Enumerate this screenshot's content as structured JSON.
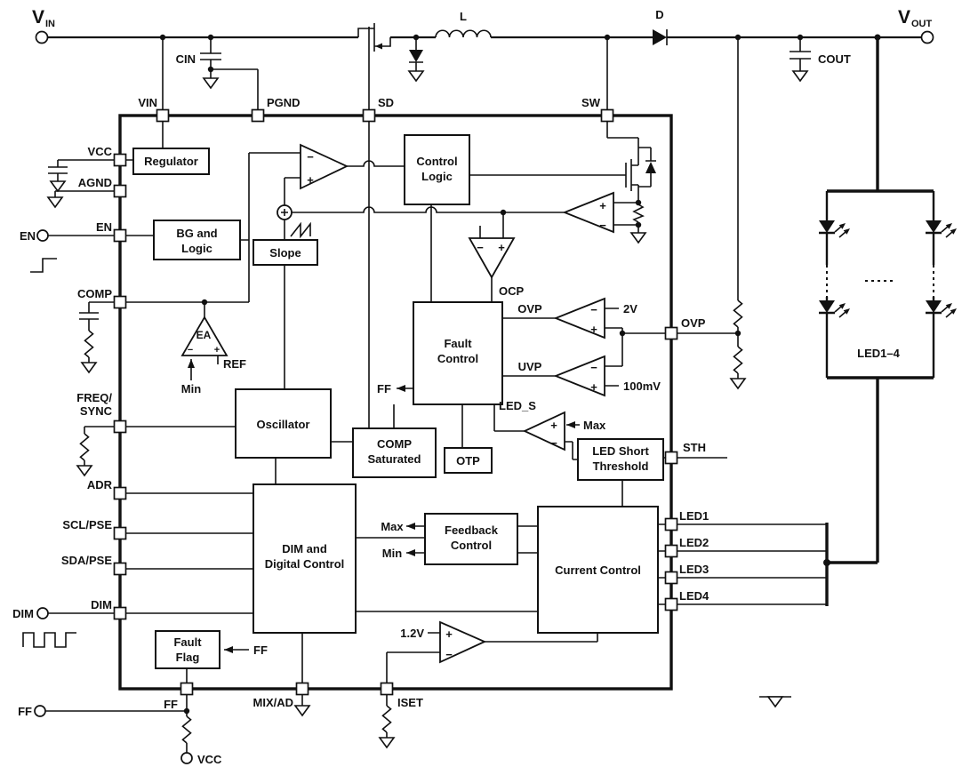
{
  "colors": {
    "ink": "#111111",
    "background": "#ffffff"
  },
  "external": {
    "vin_v": "V",
    "vin_sub": "IN",
    "vout_v": "V",
    "vout_sub": "OUT",
    "inductor": "L",
    "diode": "D",
    "cin": "CIN",
    "cout": "COUT",
    "en": "EN",
    "dim": "DIM",
    "ff": "FF",
    "vcc": "VCC",
    "led_range": "LED1–4"
  },
  "pins": {
    "top": [
      "VIN",
      "PGND",
      "SD",
      "SW"
    ],
    "left": [
      "VCC",
      "AGND",
      "EN",
      "COMP",
      "FREQ/",
      "SYNC",
      "ADR",
      "SCL/PSE",
      "SDA/PSE",
      "DIM"
    ],
    "bottom": [
      "FF",
      "MIX/AD",
      "ISET"
    ],
    "right": [
      "OVP",
      "STH",
      "LED1",
      "LED2",
      "LED3",
      "LED4"
    ]
  },
  "blocks": {
    "regulator": "Regulator",
    "bg1": "BG and",
    "bg2": "Logic",
    "slope": "Slope",
    "cl1": "Control",
    "cl2": "Logic",
    "ea": "EA",
    "osc": "Oscillator",
    "fc1": "Fault",
    "fc2": "Control",
    "cs1": "COMP",
    "cs2": "Saturated",
    "otp": "OTP",
    "lst1": "LED Short",
    "lst2": "Threshold",
    "dim1": "DIM and",
    "dim2": "Digital Control",
    "fb1": "Feedback",
    "fb2": "Control",
    "cc": "Current Control",
    "ffb1": "Fault",
    "ffb2": "Flag"
  },
  "signals": {
    "ocp": "OCP",
    "ovp": "OVP",
    "uvp": "UVP",
    "led_s": "LED_S",
    "ff_fault": "FF",
    "ff_flag": "FF",
    "max_fb": "Max",
    "min_fb": "Min",
    "max_leds": "Max",
    "ref": "REF",
    "min_ea": "Min",
    "v2": "2V",
    "mv100": "100mV",
    "v1_2": "1.2V"
  },
  "symbols": {
    "plus": "+",
    "minus": "−"
  }
}
